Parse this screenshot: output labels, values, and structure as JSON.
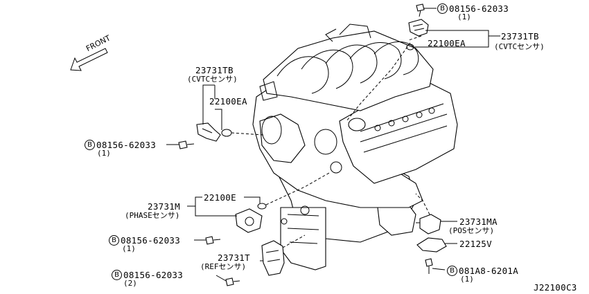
{
  "front_label": "FRONT",
  "diagram_id": "J22100C3",
  "bolt_marker": "B",
  "callouts": {
    "bolt_top": {
      "part": "08156-62033",
      "qty": "(1)"
    },
    "cvtc_top_sensor": {
      "part": "23731TB",
      "desc": "(CVTCセンサ)"
    },
    "oring_top": {
      "part": "22100EA"
    },
    "cvtc_left_sensor": {
      "part": "23731TB",
      "desc": "(CVTCセンサ)"
    },
    "oring_left": {
      "part": "22100EA"
    },
    "bolt_left": {
      "part": "08156-62033",
      "qty": "(1)"
    },
    "oring_phase": {
      "part": "22100E"
    },
    "phase_sensor": {
      "part": "23731M",
      "desc": "(PHASEセンサ)"
    },
    "bolt_phase": {
      "part": "08156-62033",
      "qty": "(1)"
    },
    "ref_sensor": {
      "part": "23731T",
      "desc": "(REFセンサ)"
    },
    "bolt_ref": {
      "part": "08156-62033",
      "qty": "(2)"
    },
    "pos_sensor": {
      "part": "23731MA",
      "desc": "(POSセンサ)"
    },
    "bracket": {
      "part": "22125V"
    },
    "bolt_pos": {
      "part": "081A8-6201A",
      "qty": "(1)"
    }
  }
}
